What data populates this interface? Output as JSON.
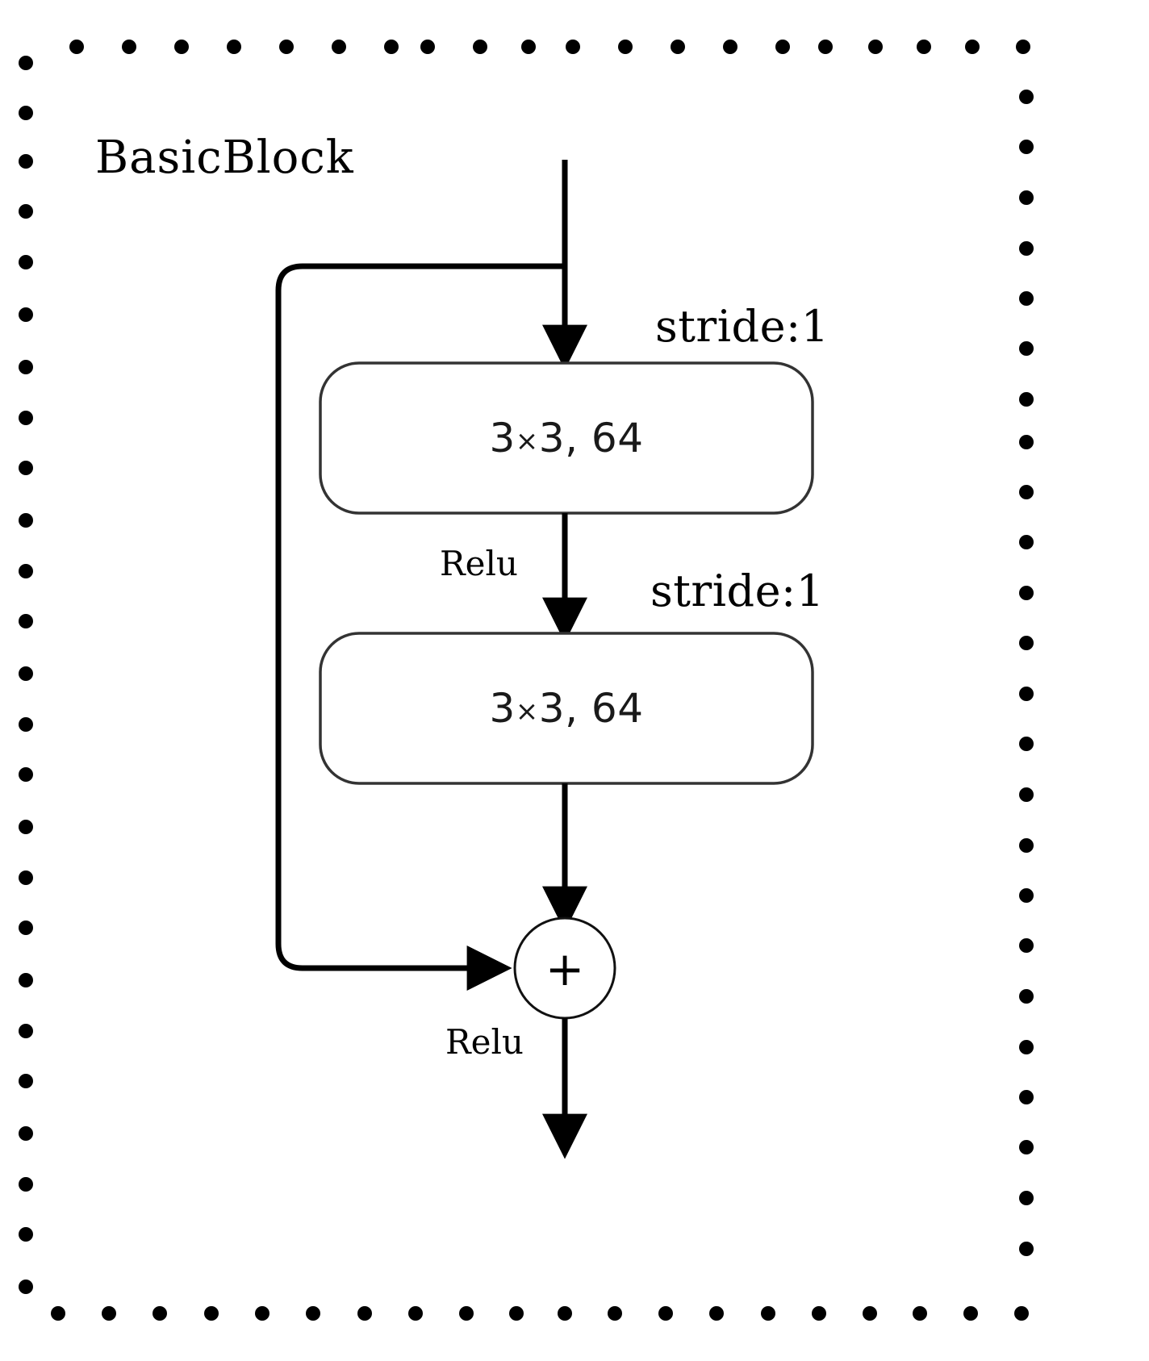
{
  "diagram": {
    "title": "BasicBlock",
    "type": "resnet-basic-block",
    "border_style": "dotted",
    "border_color": "#000000",
    "background": "#ffffff",
    "line_color": "#000000"
  },
  "blocks": [
    {
      "id": "conv1",
      "label": "3",
      "sep": "×",
      "label2": "3, 64",
      "full_label": "3×3, 64",
      "stride": "stride:1"
    },
    {
      "id": "conv2",
      "label": "3",
      "sep": "×",
      "label2": "3, 64",
      "full_label": "3×3, 64",
      "stride": "stride:1"
    }
  ],
  "labels": {
    "stride_1": "stride:1",
    "stride_2": "stride:1",
    "relu_1": "Relu",
    "relu_2": "Relu",
    "add_symbol": "+",
    "conv_1_num": "3",
    "conv_1_mul": "×",
    "conv_1_rest": "3, 64",
    "conv_2_num": "3",
    "conv_2_mul": "×",
    "conv_2_rest": "3, 64"
  },
  "edges": [
    {
      "from": "input",
      "to": "conv1",
      "label": ""
    },
    {
      "from": "conv1",
      "to": "conv2",
      "label": "Relu"
    },
    {
      "from": "conv2",
      "to": "add",
      "label": ""
    },
    {
      "from": "input",
      "to": "add",
      "label": "",
      "kind": "skip-connection"
    },
    {
      "from": "add",
      "to": "output",
      "label": "Relu"
    }
  ]
}
